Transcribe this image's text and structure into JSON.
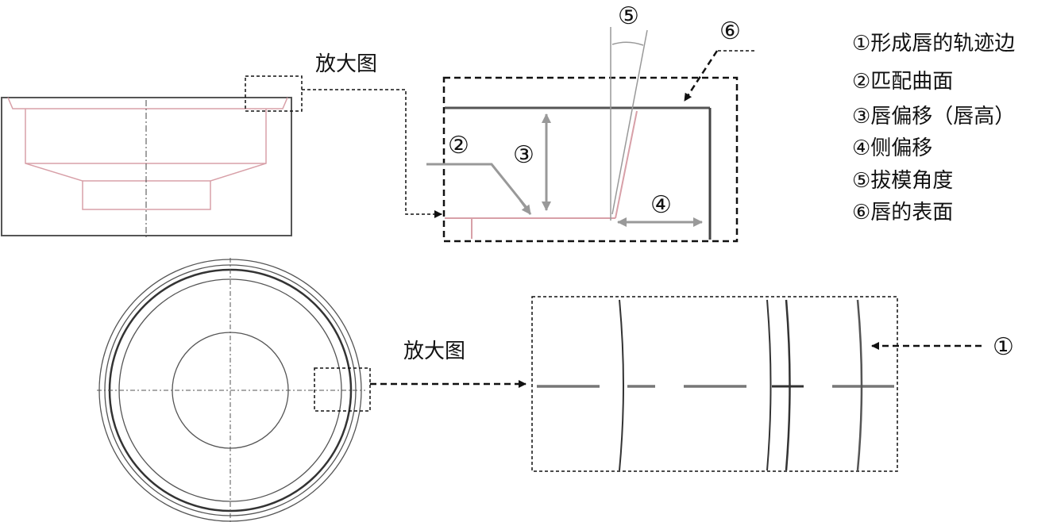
{
  "labels": {
    "enlarge_top": "放大图",
    "enlarge_bottom": "放大图"
  },
  "callouts": {
    "c1": "①",
    "c2": "②",
    "c3": "③",
    "c4": "④",
    "c5": "⑤",
    "c6": "⑥"
  },
  "legend": [
    "①形成唇的轨迹边",
    "②匹配曲面",
    "③唇偏移（唇高）",
    "④侧偏移",
    "⑤拔模角度",
    "⑥唇的表面"
  ],
  "colors": {
    "line": "#555555",
    "dark": "#111111",
    "profile": "#d8a0a8",
    "dim": "#999999"
  }
}
